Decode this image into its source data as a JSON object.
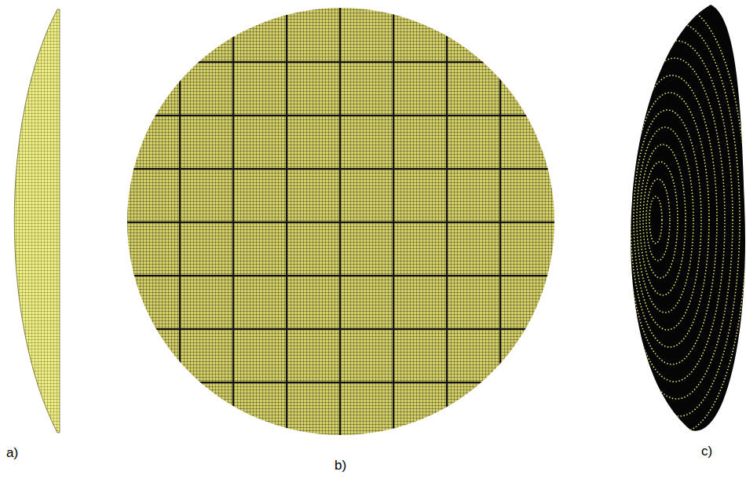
{
  "diagram": {
    "labels": [
      "a)",
      "b)",
      "c)"
    ]
  }
}
